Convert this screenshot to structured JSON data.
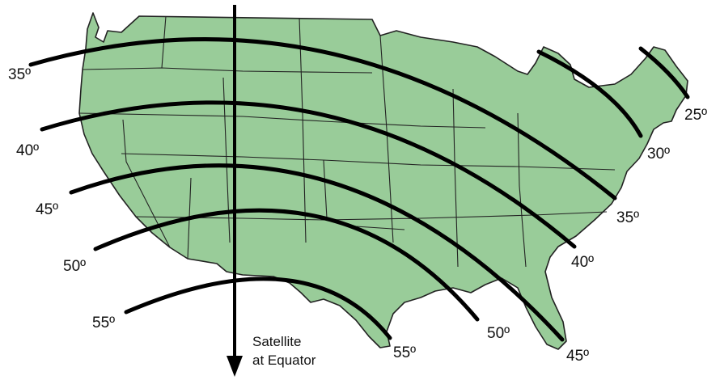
{
  "arc_labels": {
    "west": [
      "35º",
      "40º",
      "45º",
      "50º",
      "55º"
    ],
    "east": [
      "55º",
      "50º",
      "45º",
      "40º",
      "35º",
      "30º",
      "25º"
    ]
  },
  "caption": {
    "line1": "Satellite",
    "line2": "at Equator"
  },
  "colors": {
    "land": "#99cc99",
    "lines": "#000000",
    "background": "#ffffff"
  },
  "icons": {
    "arrow": "down-arrow-icon"
  }
}
